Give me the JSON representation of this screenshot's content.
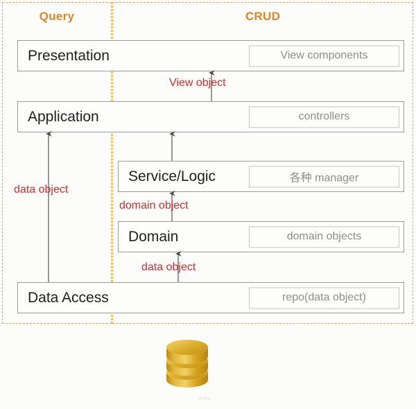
{
  "diagram": {
    "regions": [
      {
        "name": "query",
        "title": "Query"
      },
      {
        "name": "crud",
        "title": "CRUD"
      }
    ],
    "layers": [
      {
        "name": "presentation",
        "label": "Presentation",
        "chip": "View components"
      },
      {
        "name": "application",
        "label": "Application",
        "chip": "controllers"
      },
      {
        "name": "service",
        "label": "Service/Logic",
        "chip": "各种 manager"
      },
      {
        "name": "domain",
        "label": "Domain",
        "chip": "domain objects"
      },
      {
        "name": "dataaccess",
        "label": "Data Access",
        "chip": "repo(data object)"
      }
    ],
    "arrows": [
      {
        "name": "view-object",
        "label": "View object",
        "from": "Application",
        "to": "Presentation"
      },
      {
        "name": "service-to-app",
        "label": "",
        "from": "Service/Logic",
        "to": "Application"
      },
      {
        "name": "domain-object",
        "label": "domain object",
        "from": "Domain",
        "to": "Service/Logic"
      },
      {
        "name": "data-object-lower",
        "label": "data object",
        "from": "Data Access",
        "to": "Domain"
      },
      {
        "name": "data-object-left",
        "label": "data object",
        "from": "Data Access",
        "to": "Application"
      }
    ],
    "icons": {
      "database": "database-cylinder-icon",
      "watermark": "zhihu"
    },
    "colors": {
      "region_border": "#e8a33d",
      "region_title": "#e08520",
      "layer_border": "#9a9a9a",
      "chip_border": "#c3c3c3",
      "chip_text": "#8d8d8d",
      "arrow": "#555555",
      "arrow_label": "#d22b2b",
      "database_gold": "#d9a520",
      "background": "#fcfcfa"
    }
  }
}
